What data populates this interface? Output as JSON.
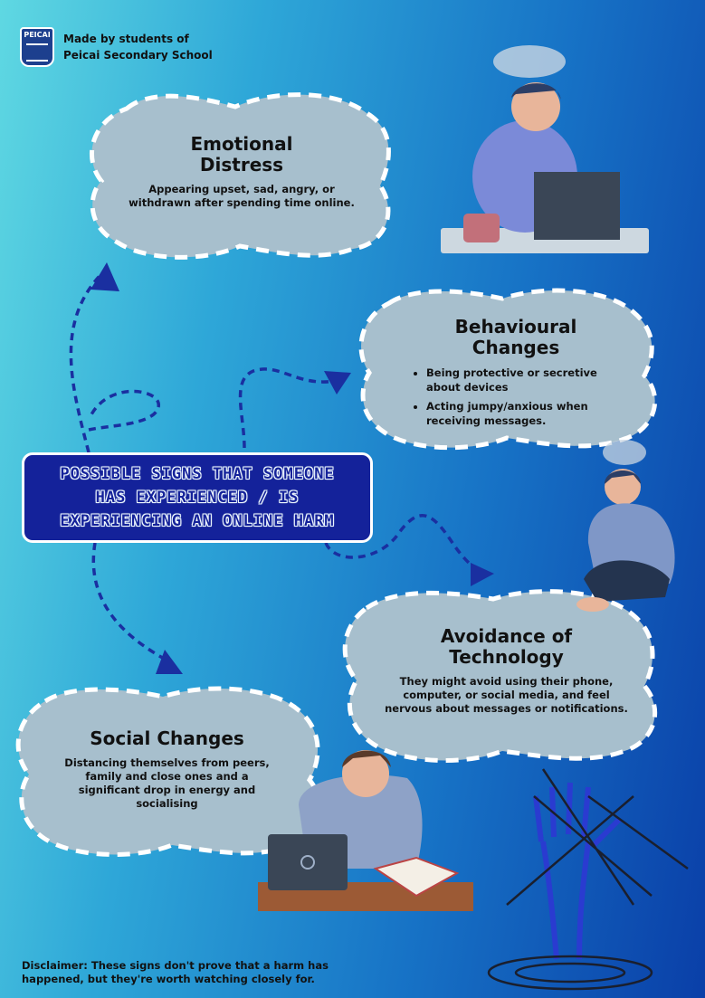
{
  "header": {
    "logo_text": "PEICAI",
    "line1": "Made by students of",
    "line2": "Peicai Secondary School"
  },
  "banner": {
    "line1": "POSSIBLE SIGNS THAT SOMEONE",
    "line2": "HAS EXPERIENCED / IS",
    "line3": "EXPERIENCING AN ONLINE HARM"
  },
  "cards": {
    "emotional": {
      "title_line1": "Emotional",
      "title_line2": "Distress",
      "body": "Appearing upset, sad, angry, or withdrawn after spending time online."
    },
    "behavioural": {
      "title_line1": "Behavioural",
      "title_line2": "Changes",
      "bullets": [
        "Being protective or secretive about devices",
        "Acting jumpy/anxious when receiving messages."
      ]
    },
    "avoidance": {
      "title_line1": "Avoidance of",
      "title_line2": "Technology",
      "body": "They might avoid using their phone, computer, or social media, and feel nervous about messages or notifications."
    },
    "social": {
      "title": "Social Changes",
      "body": "Distancing themselves from peers, family and close ones and a significant drop in energy and socialising"
    }
  },
  "disclaimer": "Disclaimer: These signs don't prove that a harm has happened, but they're worth watching closely for.",
  "colors": {
    "card_fill": "#a7bfcd",
    "banner_fill": "#14229a",
    "arrow": "#1a2fa0"
  }
}
